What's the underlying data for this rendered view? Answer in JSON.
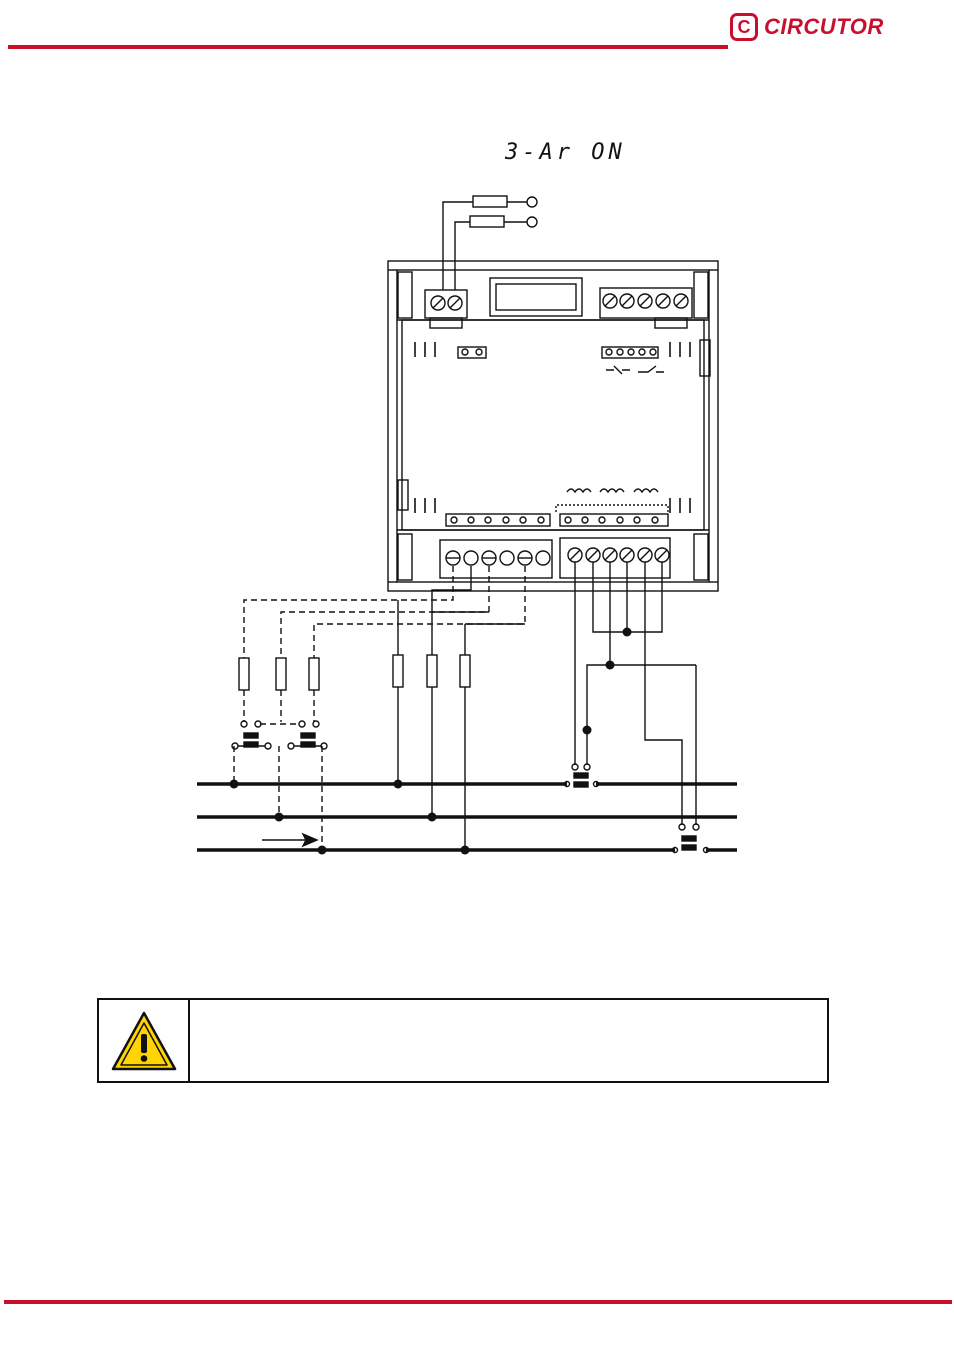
{
  "brand": {
    "name": "CIRCUTOR",
    "mark": "C",
    "color": "#c8102e"
  },
  "diagram": {
    "mode_label": "3-Ar ON"
  },
  "warning": {
    "icon": "warning-triangle-icon",
    "color": "#ffd400",
    "text": ""
  }
}
